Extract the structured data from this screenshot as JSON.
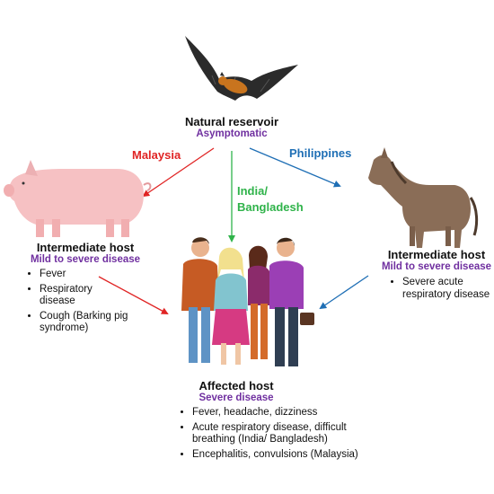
{
  "reservoir": {
    "title": "Natural reservoir",
    "status": "Asymptomatic"
  },
  "routes": {
    "malaysia": {
      "label": "Malaysia",
      "color": "#e02424"
    },
    "india": {
      "label_line1": "India/",
      "label_line2": "Bangladesh",
      "color": "#2fb34a"
    },
    "philippines": {
      "label": "Philippines",
      "color": "#1f6fb5"
    }
  },
  "pig_host": {
    "title": "Intermediate host",
    "status": "Mild to severe disease",
    "symptoms": [
      "Fever",
      "Respiratory disease",
      "Cough (Barking pig syndrome)"
    ]
  },
  "horse_host": {
    "title": "Intermediate host",
    "status": "Mild to severe disease",
    "symptoms": [
      "Severe acute respiratory disease"
    ]
  },
  "affected_host": {
    "title": "Affected host",
    "status": "Severe disease",
    "symptoms": [
      "Fever, headache,  dizziness",
      "Acute respiratory disease, difficult breathing  (India/ Bangladesh)",
      "Encephalitis, convulsions (Malaysia)"
    ]
  },
  "icons": [
    "bat-icon",
    "pig-icon",
    "horse-icon",
    "people-group-icon"
  ]
}
